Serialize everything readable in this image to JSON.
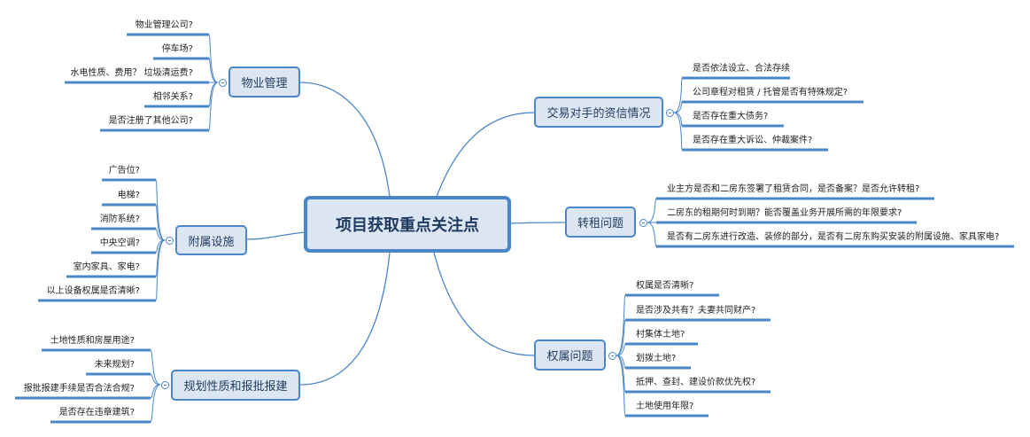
{
  "central": "项目获取重点关注点",
  "branches": [
    {
      "id": "property",
      "label": "物业管理",
      "leaves": [
        "物业管理公司?",
        "停车场?",
        "水电性质、费用？ 垃圾清运费?",
        "相邻关系?",
        "是否注册了其他公司?"
      ]
    },
    {
      "id": "facilities",
      "label": "附属设施",
      "leaves": [
        "广告位?",
        "电梯?",
        "消防系统?",
        "中央空调?",
        "室内家具、家电?",
        "以上设备权属是否清晰?"
      ]
    },
    {
      "id": "planning",
      "label": "规划性质和报批报建",
      "leaves": [
        "土地性质和房屋用途?",
        "未来规划?",
        "报批报建手续是否合法合规?",
        "是否存在违章建筑?"
      ]
    },
    {
      "id": "counterparty",
      "label": "交易对手的资信情况",
      "leaves": [
        "是否依法设立、合法存续",
        "公司章程对租赁 / 托管是否有特殊规定?",
        "是否存在重大债务?",
        "是否存在重大诉讼、仲裁案件?"
      ]
    },
    {
      "id": "sublease",
      "label": "转租问题",
      "leaves": [
        "业主方是否和二房东签署了租赁合同，是否备案？是否允许转租?",
        "二房东的租期何时到期？能否覆盖业务开展所需的年限要求?",
        "是否有二房东进行改造、装修的部分，是否有二房东购买安装的附属设施、家具家电?"
      ]
    },
    {
      "id": "ownership",
      "label": "权属问题",
      "leaves": [
        "权属是否清晰?",
        "是否涉及共有？夫妻共同财产?",
        "村集体土地?",
        "划拨土地?",
        "抵押、查封、建设价款优先权?",
        "土地使用年限?"
      ]
    }
  ],
  "colors": {
    "accent": "#4a86c8",
    "node_fill": "#dce6f2",
    "text": "#1f3a5f"
  }
}
